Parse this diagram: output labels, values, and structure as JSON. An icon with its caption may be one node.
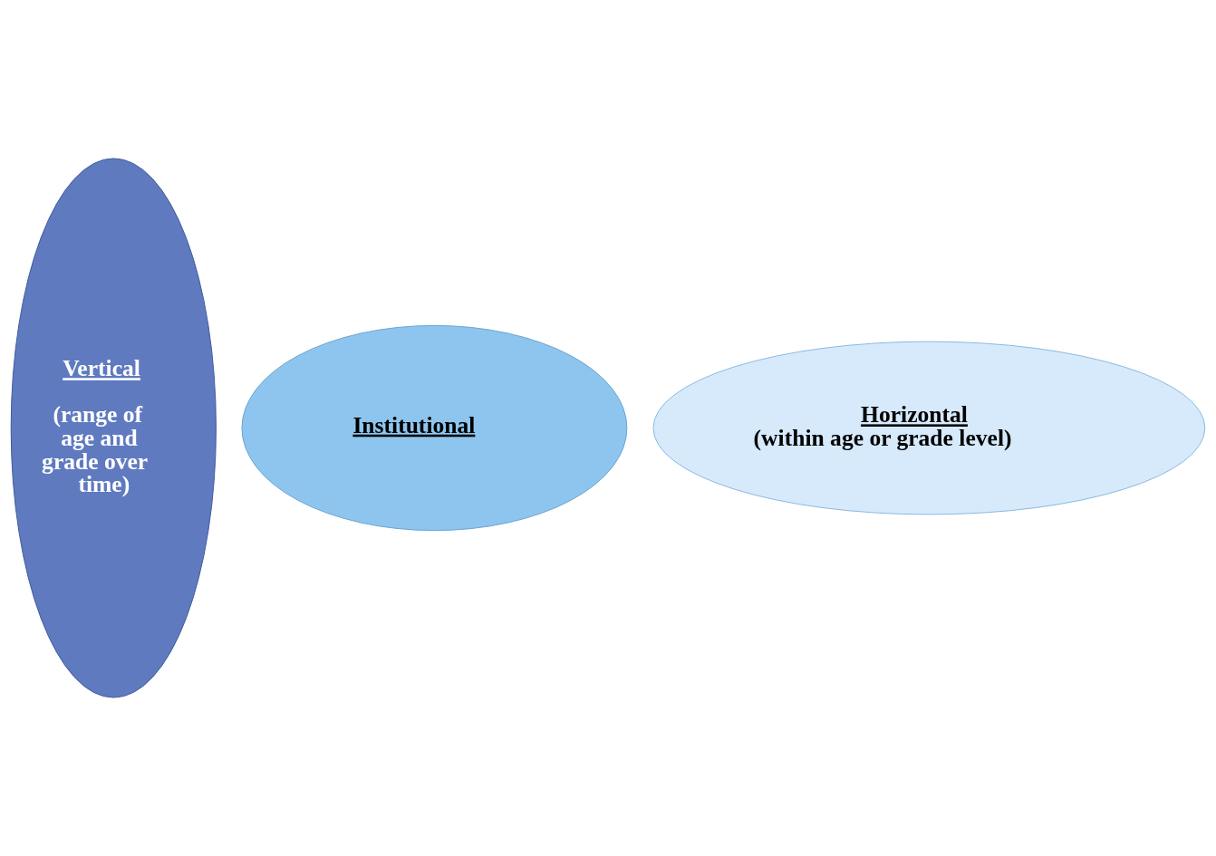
{
  "diagram": {
    "nodes": [
      {
        "text": [
          "Vertical",
          "(range of age and grade over time)"
        ]
      },
      {
        "text": [
          "Institutional"
        ]
      },
      {
        "text": [
          "Horizontal",
          "(within age or grade level)"
        ]
      }
    ]
  }
}
